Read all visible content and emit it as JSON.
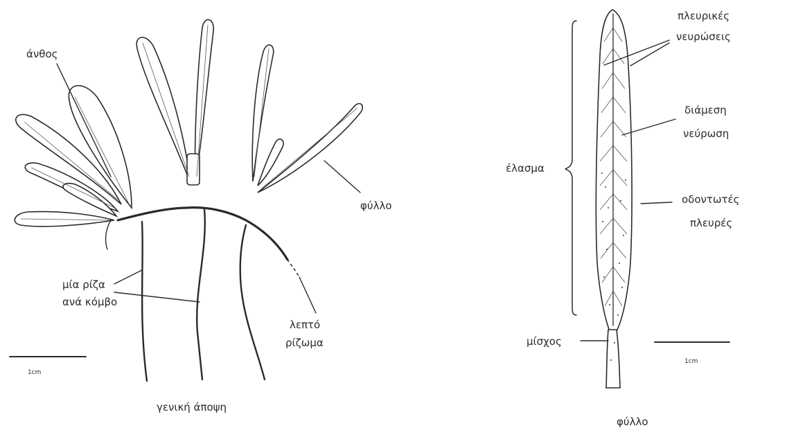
{
  "left_figure": {
    "label_flower": "άνθος",
    "label_leaf": "φύλλο",
    "label_root_line1": "μία ρίζα",
    "label_root_line2": "ανά κόμβο",
    "label_rhizome_line1": "λεπτό",
    "label_rhizome_line2": "ρίζωμα",
    "scale_label": "1cm",
    "caption": "γενική άποψη"
  },
  "right_figure": {
    "label_lateral_line1": "πλευρικές",
    "label_lateral_line2": "νευρώσεις",
    "label_midrib_line1": "διάμεση",
    "label_midrib_line2": "νεύρωση",
    "label_blade": "έλασμα",
    "label_toothed_line1": "οδοντωτές",
    "label_toothed_line2": "πλευρές",
    "label_petiole": "μίσχος",
    "scale_label": "1cm",
    "caption": "φύλλο"
  }
}
